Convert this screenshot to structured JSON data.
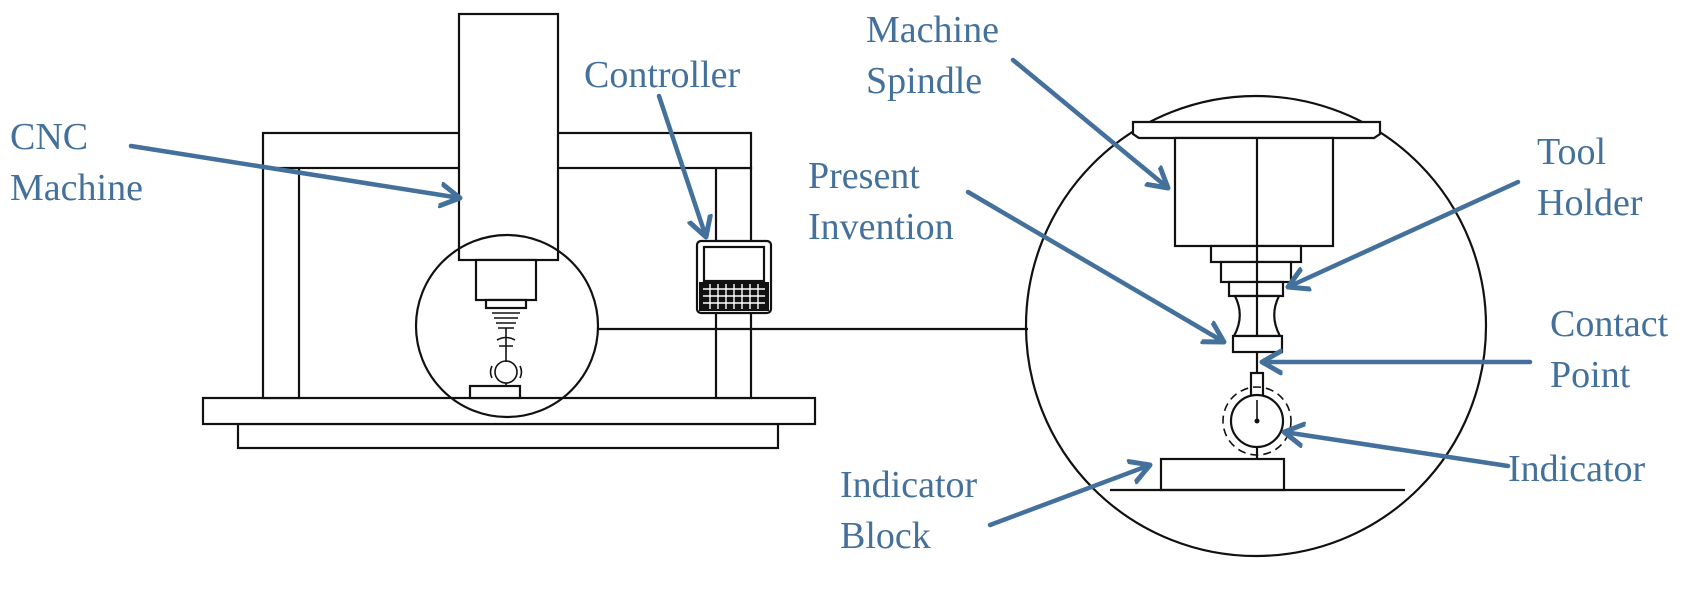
{
  "colors": {
    "label": "#44719b",
    "line": "#111111"
  },
  "labels": {
    "cnc_machine": [
      "CNC",
      "Machine"
    ],
    "controller": [
      "Controller"
    ],
    "machine_spindle": [
      "Machine",
      "Spindle"
    ],
    "present_invention": [
      "Present",
      "Invention"
    ],
    "tool_holder": [
      "Tool",
      "Holder"
    ],
    "contact_point": [
      "Contact",
      "Point"
    ],
    "indicator": [
      "Indicator"
    ],
    "indicator_block": [
      "Indicator",
      "Block"
    ]
  }
}
